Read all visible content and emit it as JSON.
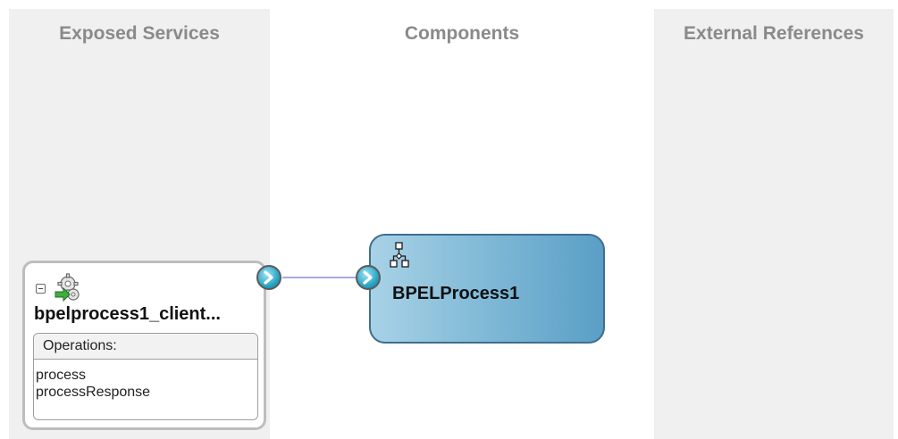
{
  "lanes": {
    "exposed_services": "Exposed Services",
    "components": "Components",
    "external_references": "External References"
  },
  "service": {
    "name": "bpelprocess1_client...",
    "operations_header": "Operations:",
    "operations": [
      "process",
      "processResponse"
    ]
  },
  "component": {
    "name": "BPELProcess1"
  },
  "icons": {
    "service": "gear-service-icon",
    "component": "bpel-process-icon",
    "connector": "chevron-right-icon"
  },
  "colors": {
    "lane_bg": "#f0f0f0",
    "component_fill": "#83bbd8",
    "wire": "#a9a9e6",
    "chevron": "#2aa6c6"
  }
}
